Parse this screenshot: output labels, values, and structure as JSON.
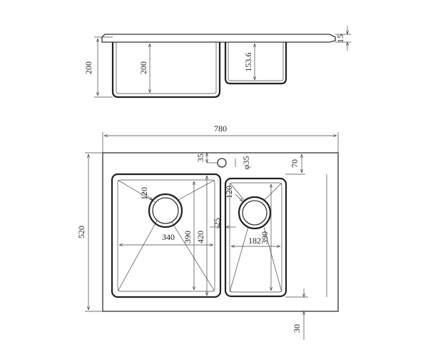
{
  "dimensions": {
    "overall_width": "780",
    "overall_depth": "520",
    "bowl_depth_large": "200",
    "bowl_depth_large_inner": "200",
    "bowl_depth_small": "153.6",
    "deck_thickness": "15",
    "tap_hole_offset": "35",
    "tap_hole_diameter": "φ35",
    "back_margin": "70",
    "large_drain_diameter": "120",
    "small_drain_diameter": "120",
    "large_bowl_width": "340",
    "large_bowl_length_a": "390",
    "large_bowl_length_b": "420",
    "bowl_divider": "25",
    "small_bowl_width": "182",
    "small_bowl_length": "390",
    "front_margin": "30"
  },
  "colors": {
    "line": "#222222",
    "background": "#ffffff"
  }
}
